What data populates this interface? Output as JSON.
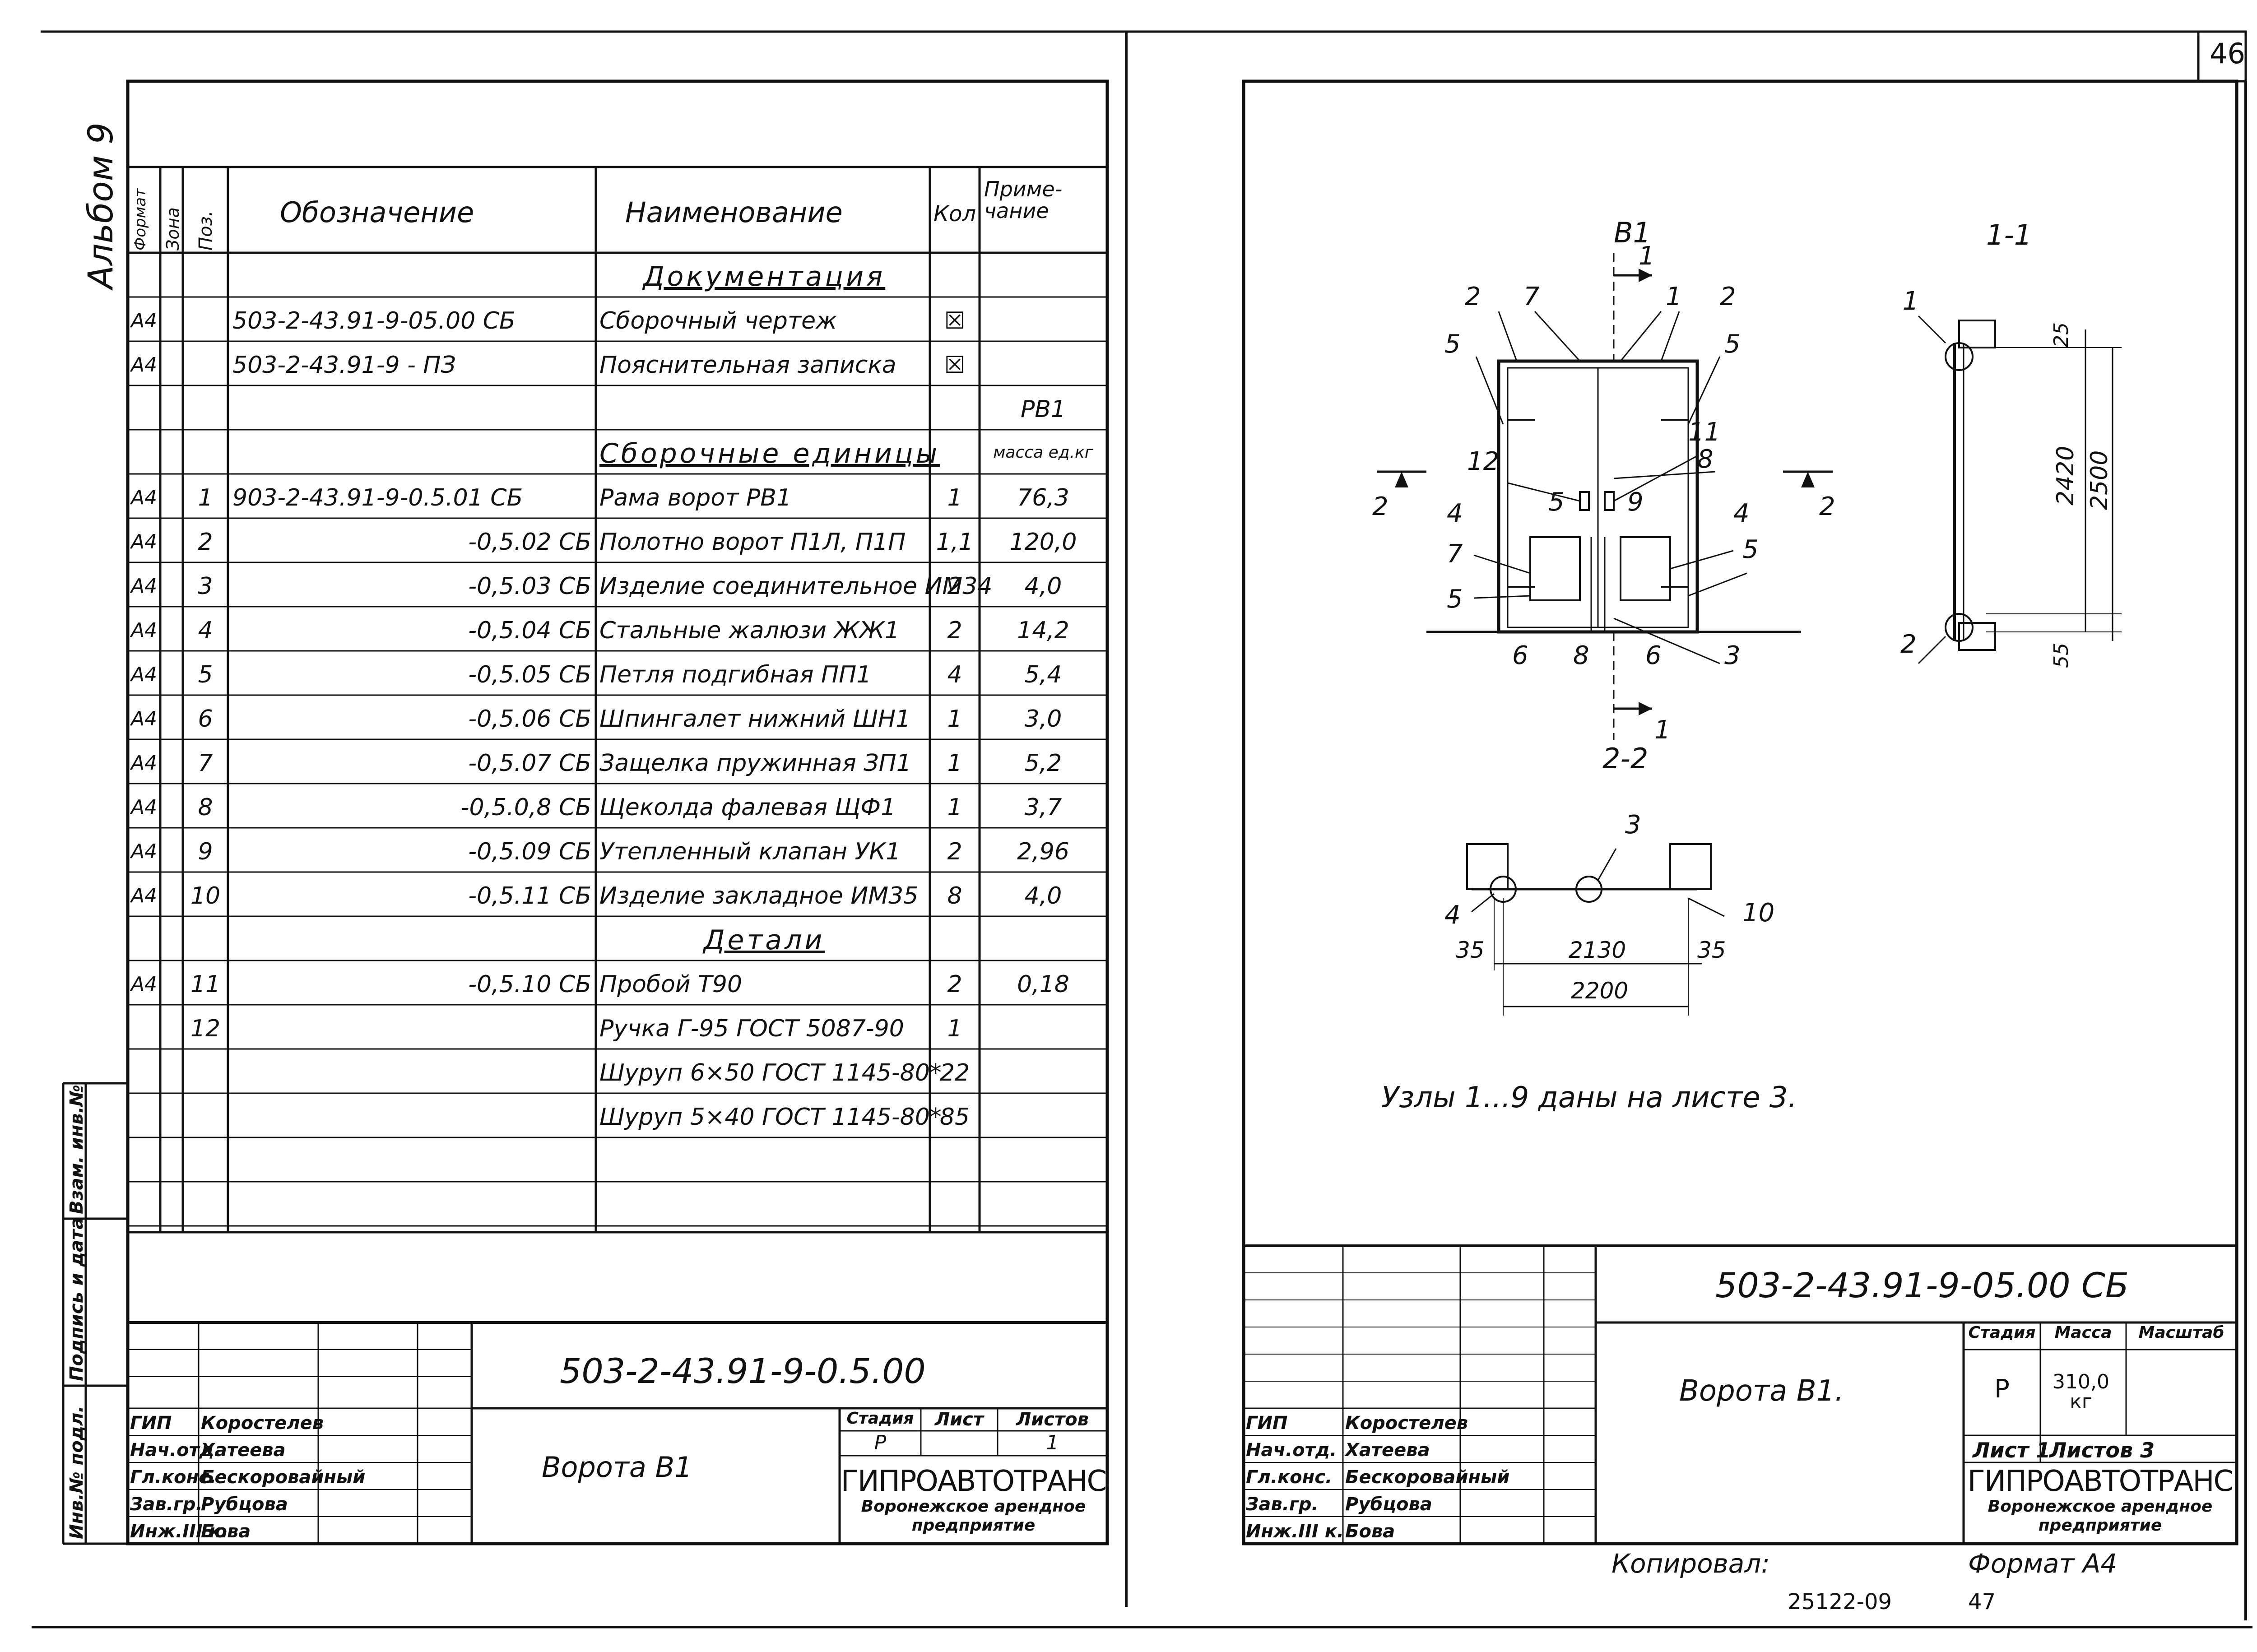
{
  "page_number": "46",
  "album": "Альбом 9",
  "left_sheet": {
    "spec_headers": {
      "format": "Формат",
      "zone": "Зона",
      "pos": "Поз.",
      "designation": "Обозначение",
      "name": "Наименование",
      "qty": "Кол",
      "note": "Приме- чание"
    },
    "rows": [
      {
        "fmt": "",
        "pos": "",
        "des": "",
        "name": "Документация",
        "qty": "",
        "note": "",
        "heading": true
      },
      {
        "fmt": "А4",
        "pos": "",
        "des": "503-2-43.91-9-05.00 СБ",
        "name": "Сборочный чертеж",
        "qty": "☒",
        "note": ""
      },
      {
        "fmt": "А4",
        "pos": "",
        "des": "503-2-43.91-9 - ПЗ",
        "name": "Пояснительная записка",
        "qty": "☒",
        "note": ""
      },
      {
        "fmt": "",
        "pos": "",
        "des": "",
        "name": "",
        "qty": "",
        "note": "РВ1"
      },
      {
        "fmt": "",
        "pos": "",
        "des": "",
        "name": "Сборочные единицы",
        "qty": "",
        "note": "масса ед.кг",
        "heading": true
      },
      {
        "fmt": "А4",
        "pos": "1",
        "des": "903-2-43.91-9-0.5.01 СБ",
        "name": "Рама ворот РВ1",
        "qty": "1",
        "note": "76,3"
      },
      {
        "fmt": "А4",
        "pos": "2",
        "des": "-0,5.02 СБ",
        "name": "Полотно ворот П1Л, П1П",
        "qty": "1,1",
        "note": "120,0"
      },
      {
        "fmt": "А4",
        "pos": "3",
        "des": "-0,5.03 СБ",
        "name": "Изделие соединительное ИМ34",
        "qty": "2",
        "note": "4,0"
      },
      {
        "fmt": "А4",
        "pos": "4",
        "des": "-0,5.04 СБ",
        "name": "Стальные жалюзи ЖЖ1",
        "qty": "2",
        "note": "14,2"
      },
      {
        "fmt": "А4",
        "pos": "5",
        "des": "-0,5.05 СБ",
        "name": "Петля подгибная ПП1",
        "qty": "4",
        "note": "5,4"
      },
      {
        "fmt": "А4",
        "pos": "6",
        "des": "-0,5.06 СБ",
        "name": "Шпингалет нижний ШН1",
        "qty": "1",
        "note": "3,0"
      },
      {
        "fmt": "А4",
        "pos": "7",
        "des": "-0,5.07 СБ",
        "name": "Защелка пружинная ЗП1",
        "qty": "1",
        "note": "5,2"
      },
      {
        "fmt": "А4",
        "pos": "8",
        "des": "-0,5.0,8 СБ",
        "name": "Щеколда фалевая ЩФ1",
        "qty": "1",
        "note": "3,7"
      },
      {
        "fmt": "А4",
        "pos": "9",
        "des": "-0,5.09 СБ",
        "name": "Утепленный клапан УК1",
        "qty": "2",
        "note": "2,96"
      },
      {
        "fmt": "А4",
        "pos": "10",
        "des": "-0,5.11 СБ",
        "name": "Изделие закладное ИМ35",
        "qty": "8",
        "note": "4,0"
      },
      {
        "fmt": "",
        "pos": "",
        "des": "",
        "name": "Детали",
        "qty": "",
        "note": "",
        "heading": true
      },
      {
        "fmt": "А4",
        "pos": "11",
        "des": "-0,5.10 СБ",
        "name": "Пробой Т90",
        "qty": "2",
        "note": "0,18"
      },
      {
        "fmt": "",
        "pos": "12",
        "des": "",
        "name": "Ручка Г-95 ГОСТ 5087-90",
        "qty": "1",
        "note": ""
      },
      {
        "fmt": "",
        "pos": "",
        "des": "",
        "name": "Шуруп 6×50 ГОСТ 1145-80*",
        "qty": "22",
        "note": ""
      },
      {
        "fmt": "",
        "pos": "",
        "des": "",
        "name": "Шуруп 5×40 ГОСТ 1145-80*",
        "qty": "85",
        "note": ""
      },
      {
        "fmt": "",
        "pos": "",
        "des": "",
        "name": "",
        "qty": "",
        "note": ""
      },
      {
        "fmt": "",
        "pos": "",
        "des": "",
        "name": "",
        "qty": "",
        "note": ""
      }
    ],
    "side_stamp": {
      "inv_podl": "Инв.№ подл.",
      "podp_data": "Подпись и дата",
      "vzam_inv": "Взам. инв.№"
    },
    "title_block": {
      "code": "503-2-43.91-9-0.5.00",
      "title": "Ворота В1",
      "stage_h": "Стадия",
      "sheet_h": "Лист",
      "sheets_h": "Листов",
      "stage": "Р",
      "sheet": "",
      "sheets": "1",
      "org_line1": "ГИПРОАВТОТРАНС",
      "org_line2": "Воронежское арендное",
      "org_line3": "предприятие",
      "roles": [
        "ГИП",
        "Нач.отд.",
        "Гл.конс.",
        "Зав.гр.",
        "Инж.III к."
      ],
      "names": [
        "Коростелев",
        "Хатеева",
        "Бескоровайный",
        "Рубцова",
        "Бова"
      ]
    }
  },
  "right_sheet": {
    "drawing": {
      "view_b1": "В1",
      "view_11": "1-1",
      "view_22": "2-2",
      "callouts": [
        "1",
        "2",
        "3",
        "4",
        "5",
        "6",
        "7",
        "8",
        "9",
        "10",
        "11",
        "12"
      ],
      "dims": {
        "d25": "25",
        "d2420": "2420",
        "d2500": "2500",
        "d55": "55",
        "d35a": "35",
        "d2130": "2130",
        "d35b": "35",
        "d2200": "2200"
      },
      "note": "Узлы 1...9 даны на листе 3."
    },
    "title_block": {
      "code": "503-2-43.91-9-05.00 СБ",
      "title": "Ворота В1.",
      "stage_h": "Стадия",
      "mass_h": "Масса",
      "scale_h": "Масштаб",
      "stage": "Р",
      "mass": "310,0 кг",
      "sheet": "Лист 1",
      "sheets": "Листов 3",
      "org_line1": "ГИПРОАВТОТРАНС",
      "org_line2": "Воронежское арендное",
      "org_line3": "предприятие",
      "roles": [
        "ГИП",
        "Нач.отд.",
        "Гл.конс.",
        "Зав.гр.",
        "Инж.III к."
      ],
      "names": [
        "Коростелев",
        "Хатеева",
        "Бескоровайный",
        "Рубцова",
        "Бова"
      ]
    },
    "copied": "Копировал:",
    "format": "Формат А4",
    "footer_left": "25122-09",
    "footer_right": "47"
  }
}
